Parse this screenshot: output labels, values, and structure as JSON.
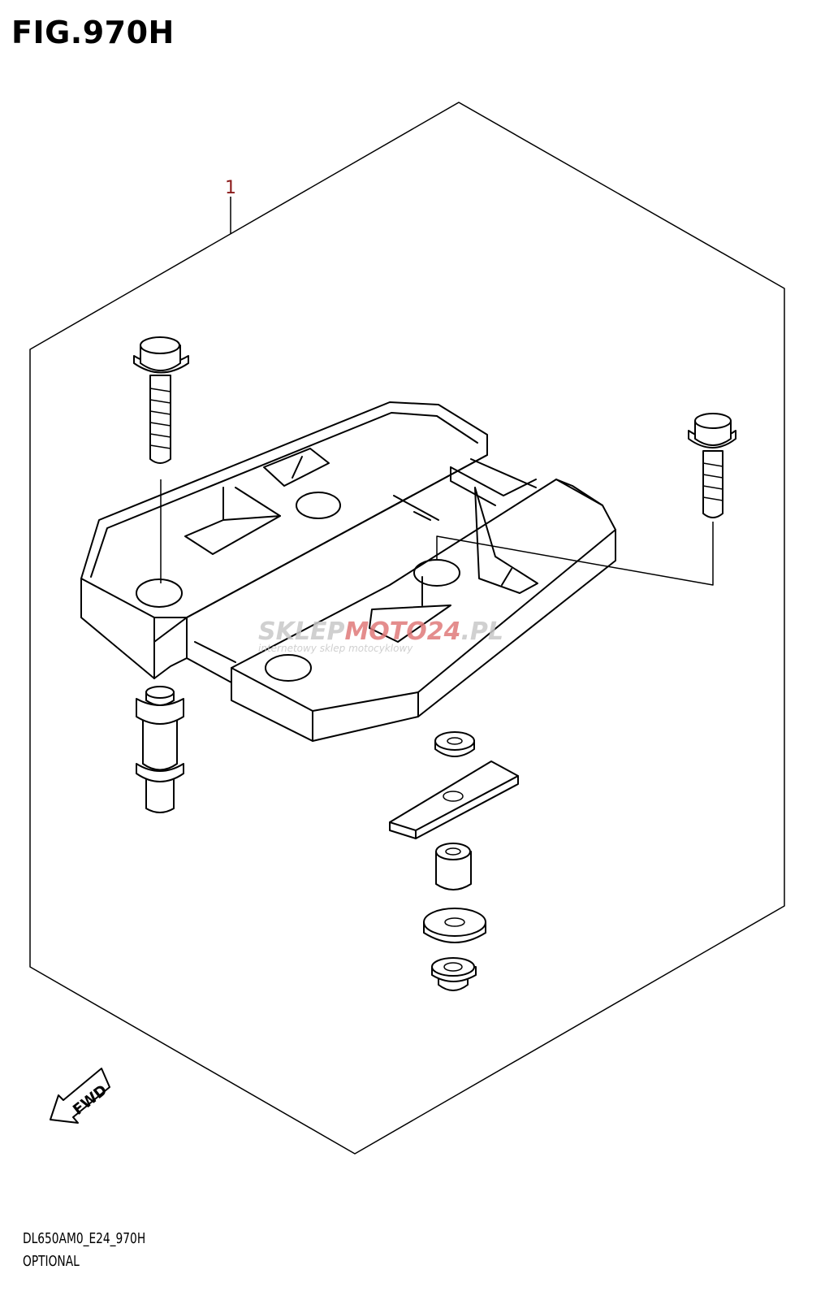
{
  "figure": {
    "title": "FIG.970H",
    "code": "DL650AM0_E24_970H",
    "label": "OPTIONAL"
  },
  "callouts": [
    {
      "id": "1",
      "text": "1",
      "color": "#8b1a1a"
    }
  ],
  "fwd_label": "FWD",
  "watermark": {
    "brand_a": "SKLEP",
    "brand_b": "MOTO",
    "brand_c": "24",
    "brand_d": ".PL",
    "tagline": "internetowy sklep motocyklowy",
    "colors": {
      "gray": "#c8c8c8",
      "red": "#e07a7a"
    }
  }
}
